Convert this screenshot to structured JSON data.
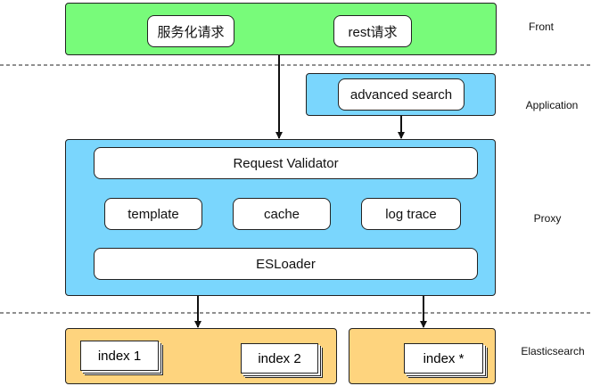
{
  "layers": {
    "front": "Front",
    "application": "Application",
    "proxy": "Proxy",
    "elasticsearch": "Elasticsearch"
  },
  "front": {
    "service_request": "服务化请求",
    "rest_request": "rest请求"
  },
  "application": {
    "advanced_search": "advanced search"
  },
  "proxy": {
    "validator": "Request Validator",
    "template": "template",
    "cache": "cache",
    "log_trace": "log trace",
    "loader": "ESLoader"
  },
  "elasticsearch": {
    "index1": "index 1",
    "index2": "index 2",
    "index_star": "index *"
  },
  "colors": {
    "front": "#78fb7a",
    "application": "#7ad6fd",
    "proxy": "#7ad6fd",
    "elasticsearch": "#fed47e"
  }
}
